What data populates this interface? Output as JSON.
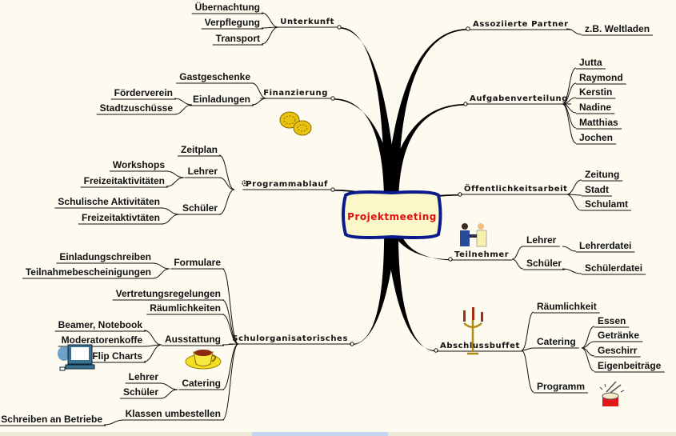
{
  "center": {
    "label": "Projektmeeting",
    "border_color": "#0a1a8a",
    "fill_color": "#fbf7c8",
    "text_color": "#e01010"
  },
  "branches": {
    "unterkunft": {
      "label": "Unterkunft",
      "children": [
        "Übernachtung",
        "Verpflegung",
        "Transport"
      ]
    },
    "finanzierung": {
      "label": "Finanzierung",
      "gastgeschenke": "Gastgeschenke",
      "einladungen": {
        "label": "Einladungen",
        "children": [
          "Förderverein",
          "Stadtzuschüsse"
        ]
      },
      "icon": "coins-icon"
    },
    "programmablauf": {
      "label": "Programmablauf",
      "icon": "gear-icon",
      "zeitplan": "Zeitplan",
      "lehrer": {
        "label": "Lehrer",
        "children": [
          "Workshops",
          "Freizeitaktivitäten"
        ]
      },
      "schueler": {
        "label": "Schüler",
        "children": [
          "Schulische Aktivitäten",
          "Freizeitaktivtäten"
        ]
      }
    },
    "schulorg": {
      "label": "Schulorganisatorisches",
      "formulare": {
        "label": "Formulare",
        "children": [
          "Einladungschreiben",
          "Teilnahmebescheinigungen"
        ]
      },
      "vertretung": "Vertretungsregelungen",
      "raeumlichkeiten": "Räumlichkeiten",
      "ausstattung": {
        "label": "Ausstattung",
        "children": [
          "Beamer, Notebook",
          "Moderatorenkoffe",
          "Flip Charts"
        ],
        "icon": "computer-icon"
      },
      "catering": {
        "label": "Catering",
        "children": [
          "Lehrer",
          "Schüler"
        ],
        "icon": "coffee-cup-icon"
      },
      "klassen": {
        "label": "Klassen umbestellen",
        "children": [
          "Schreiben an Betriebe"
        ]
      }
    },
    "partner": {
      "label": "Assoziierte Partner",
      "children": [
        "z.B. Weltladen"
      ]
    },
    "aufgaben": {
      "label": "Aufgabenverteilung",
      "children": [
        "Jutta",
        "Raymond",
        "Kerstin",
        "Nadine",
        "Matthias",
        "Jochen"
      ]
    },
    "oeffentlichkeit": {
      "label": "Öffentlichkeitsarbeit",
      "children": [
        "Zeitung",
        "Stadt",
        "Schulamt"
      ]
    },
    "teilnehmer": {
      "label": "Teilnehmer",
      "icon": "people-icon",
      "lehrer": {
        "label": "Lehrer",
        "children": [
          "Lehrerdatei"
        ]
      },
      "schueler": {
        "label": "Schüler",
        "children": [
          "Schülerdatei"
        ]
      }
    },
    "abschluss": {
      "label": "Abschlussbuffet",
      "icon": "candelabra-icon",
      "raeumlichkeit": "Räumlichkeit",
      "catering": {
        "label": "Catering",
        "children": [
          "Essen",
          "Getränke",
          "Geschirr",
          "Eigenbeiträge"
        ]
      },
      "programm": "Programm",
      "programm_icon": "drum-icon"
    }
  }
}
